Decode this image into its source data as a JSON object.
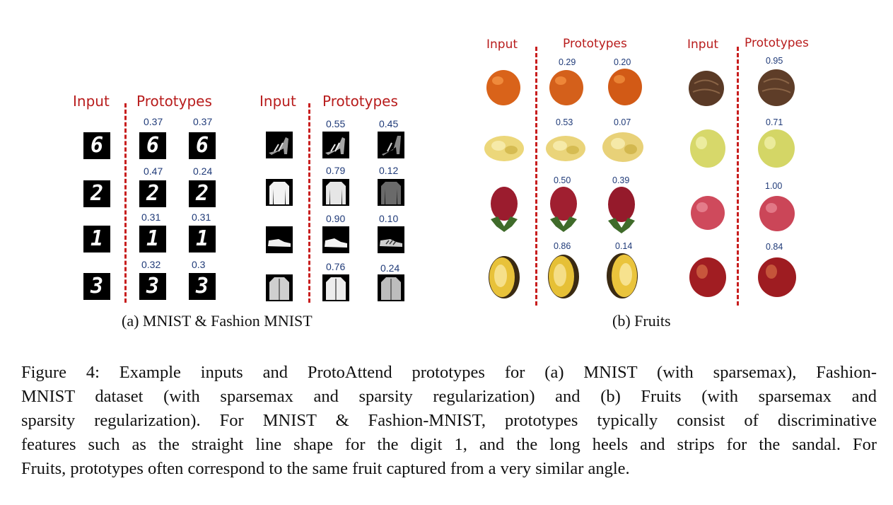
{
  "panel_a": {
    "header_input_1": "Input",
    "header_prototypes_1": "Prototypes",
    "header_input_2": "Input",
    "header_prototypes_2": "Prototypes",
    "mnist_rows": [
      {
        "input": "6",
        "protos": [
          "6",
          "6"
        ],
        "scores": [
          "0.37",
          "0.37"
        ]
      },
      {
        "input": "2",
        "protos": [
          "2",
          "2"
        ],
        "scores": [
          "0.47",
          "0.24"
        ]
      },
      {
        "input": "1",
        "protos": [
          "1",
          "1"
        ],
        "scores": [
          "0.31",
          "0.31"
        ]
      },
      {
        "input": "3",
        "protos": [
          "3",
          "3"
        ],
        "scores": [
          "0.32",
          "0.3"
        ]
      }
    ],
    "fashion_rows": [
      {
        "item": "sandal-icon",
        "scores": [
          "0.55",
          "0.45"
        ]
      },
      {
        "item": "sweater-icon",
        "scores": [
          "0.79",
          "0.12"
        ]
      },
      {
        "item": "sneaker-icon",
        "scores": [
          "0.90",
          "0.10"
        ]
      },
      {
        "item": "jacket-icon",
        "scores": [
          "0.76",
          "0.24"
        ]
      }
    ],
    "subcaption": "(a) MNIST & Fashion MNIST"
  },
  "panel_b": {
    "header_input_1": "Input",
    "header_prototypes_1": "Prototypes",
    "header_input_2": "Input",
    "header_prototypes_2": "Prototypes",
    "left_rows": [
      {
        "fruit": "apricot-icon",
        "scores": [
          "0.29",
          "0.20"
        ],
        "color": "#d9631a"
      },
      {
        "fruit": "yellow-flower-fruit-icon",
        "scores": [
          "0.53",
          "0.07"
        ],
        "color": "#ecd77a"
      },
      {
        "fruit": "strawberry-icon",
        "scores": [
          "0.50",
          "0.39"
        ],
        "color": "#9b1c2e"
      },
      {
        "fruit": "lemon-half-icon",
        "scores": [
          "0.86",
          "0.14"
        ],
        "color": "#e8c23a"
      }
    ],
    "right_rows": [
      {
        "fruit": "walnut-icon",
        "score": "0.95",
        "color": "#5a3a26"
      },
      {
        "fruit": "green-apple-icon",
        "score": "0.71",
        "color": "#d7d86a"
      },
      {
        "fruit": "lychee-icon",
        "score": "1.00",
        "color": "#cf4a5c"
      },
      {
        "fruit": "red-apple-icon",
        "score": "0.84",
        "color": "#a11d22"
      }
    ],
    "subcaption": "(b) Fruits"
  },
  "caption": {
    "line1": "Figure 4: Example inputs and ProtoAttend prototypes for (a) MNIST (with sparsemax), Fashion-",
    "line2": "MNIST dataset (with sparsemax and sparsity regularization) and (b) Fruits (with sparsemax and",
    "line3": "sparsity regularization). For MNIST & Fashion-MNIST, prototypes typically consist of discriminative",
    "line4": "features such as the straight line shape for the digit 1, and the long heels and strips for the sandal. For",
    "line5": "Fruits, prototypes often correspond to the same fruit captured from a very similar angle."
  }
}
